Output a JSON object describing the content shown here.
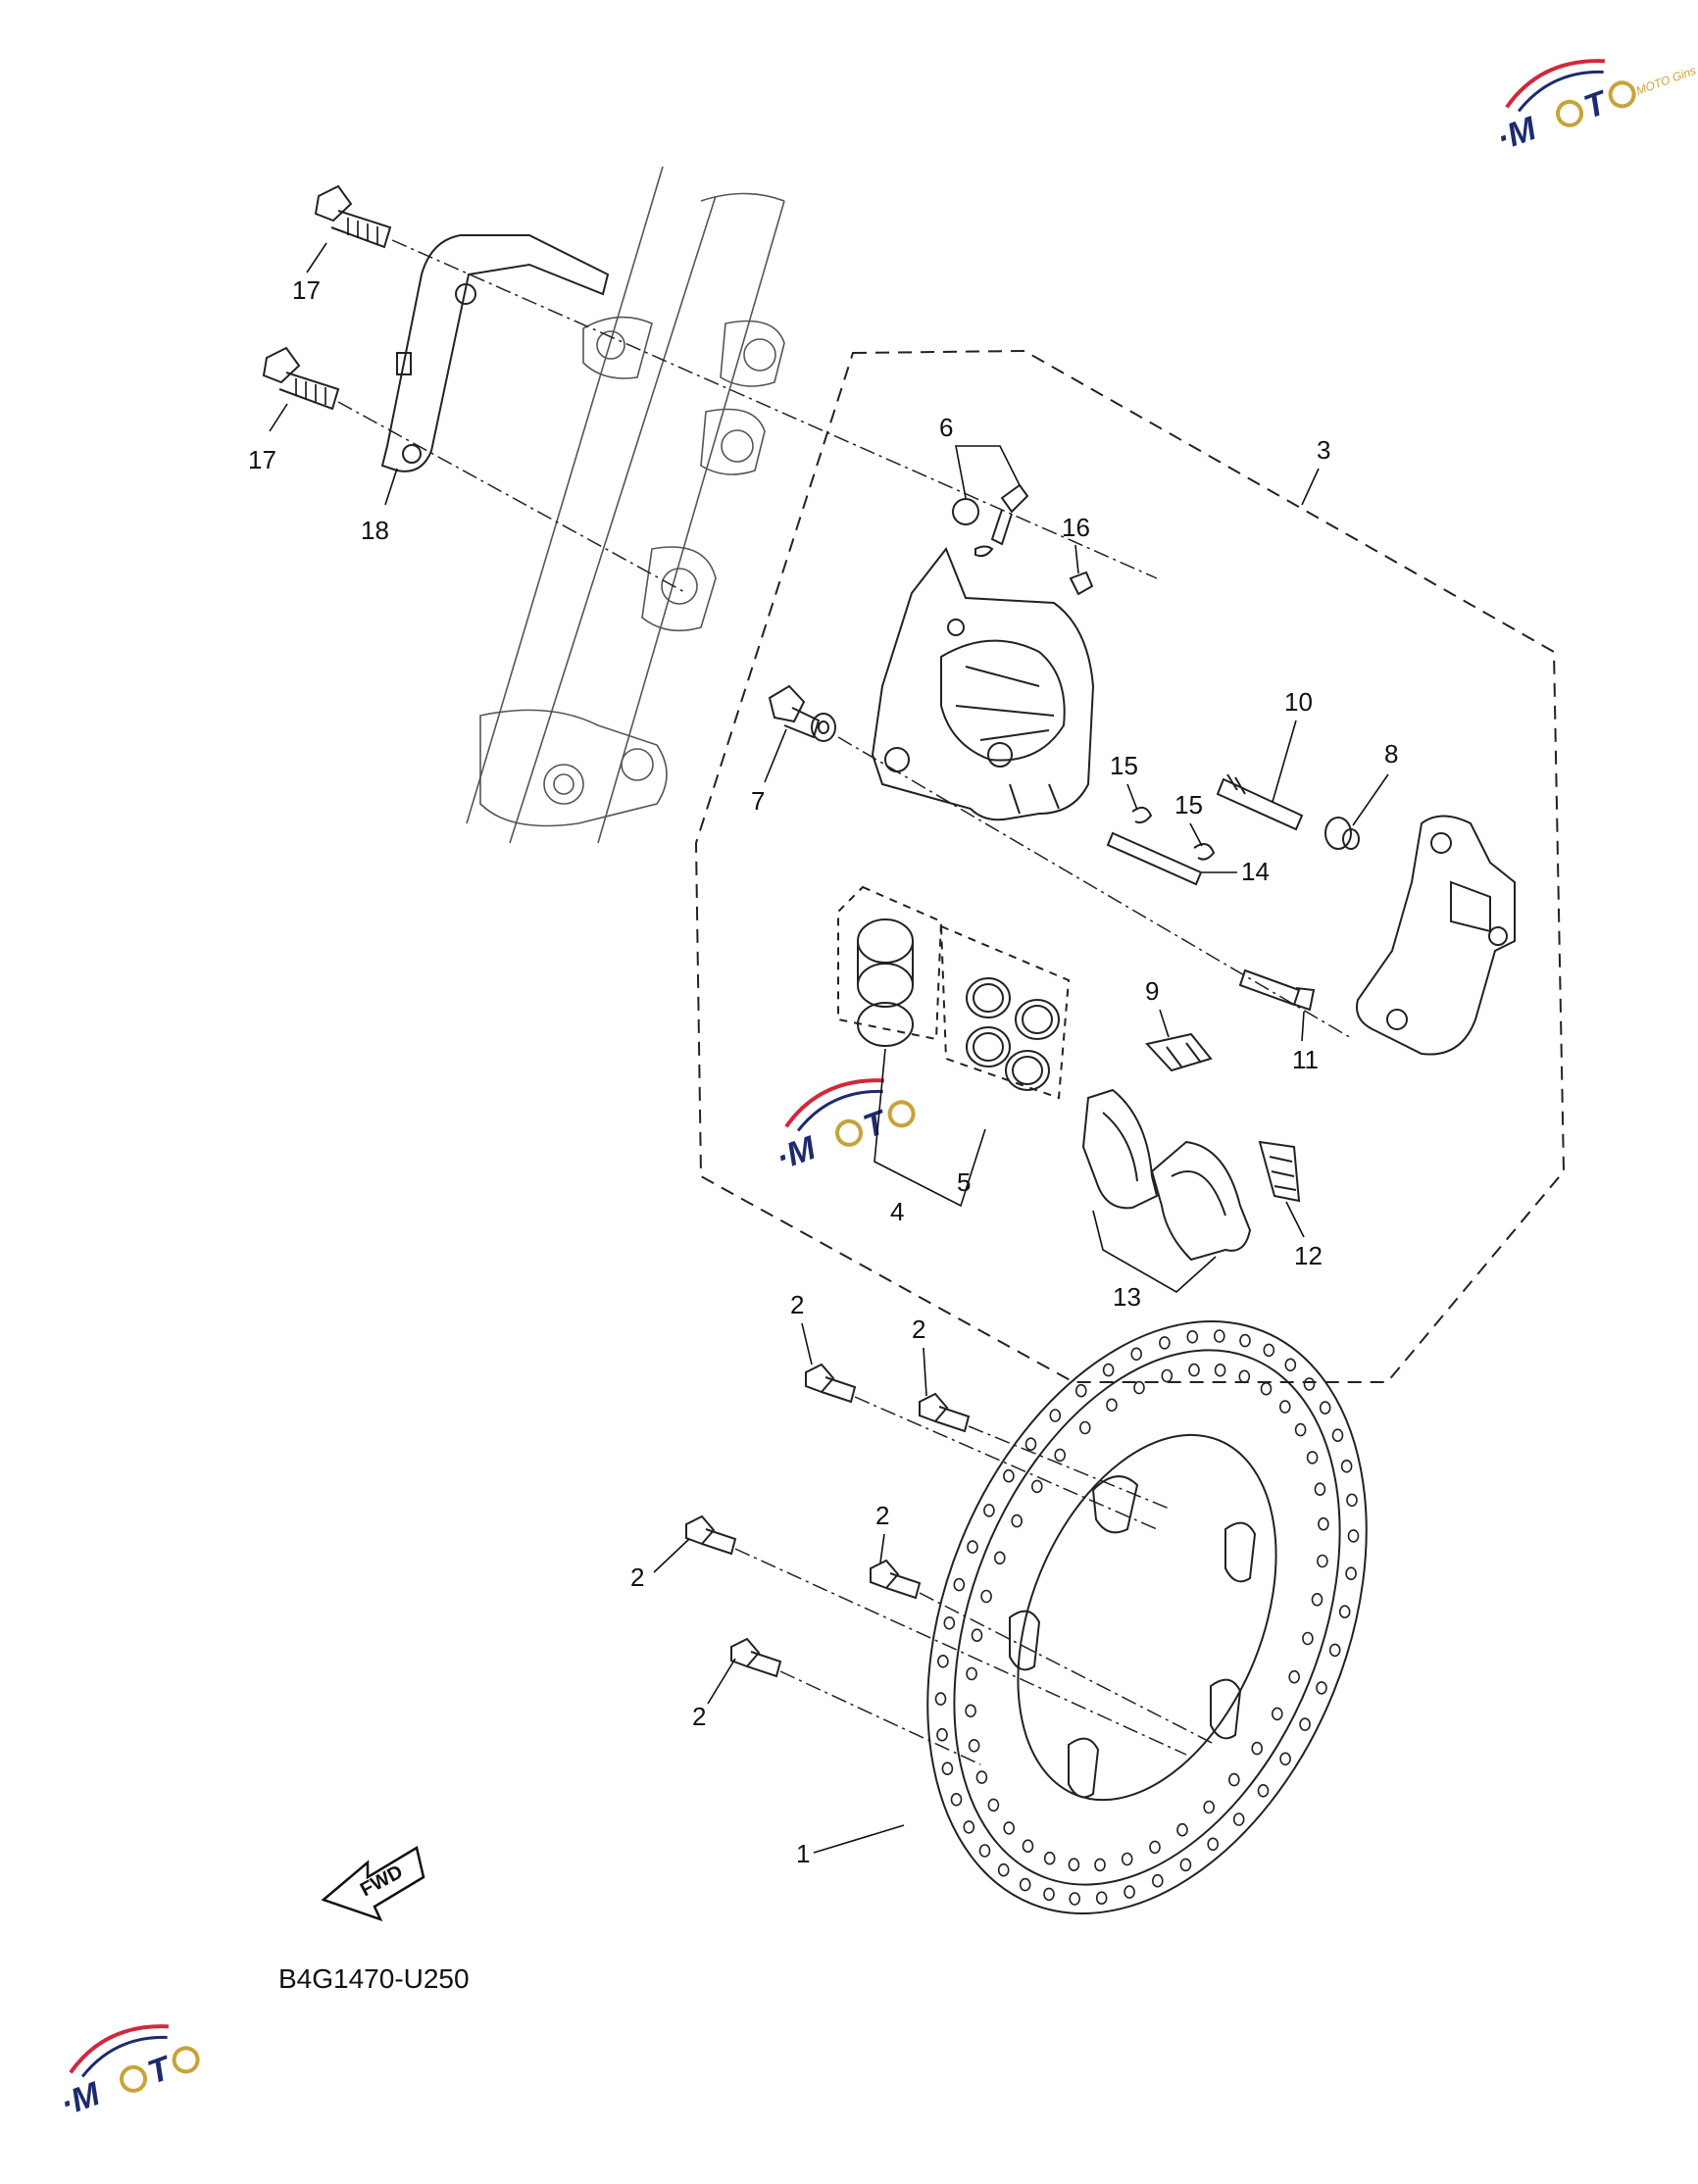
{
  "diagram_code": "B4G1470-U250",
  "forward_label": "FWD",
  "watermark": "MOTO Gins",
  "callouts": {
    "c1": "1",
    "c2a": "2",
    "c2b": "2",
    "c2c": "2",
    "c2d": "2",
    "c2e": "2",
    "c3": "3",
    "c4": "4",
    "c5": "5",
    "c6": "6",
    "c7": "7",
    "c8": "8",
    "c9": "9",
    "c10": "10",
    "c11": "11",
    "c12": "12",
    "c13": "13",
    "c14": "14",
    "c15a": "15",
    "c15b": "15",
    "c16": "16",
    "c17a": "17",
    "c17b": "17",
    "c18": "18"
  }
}
